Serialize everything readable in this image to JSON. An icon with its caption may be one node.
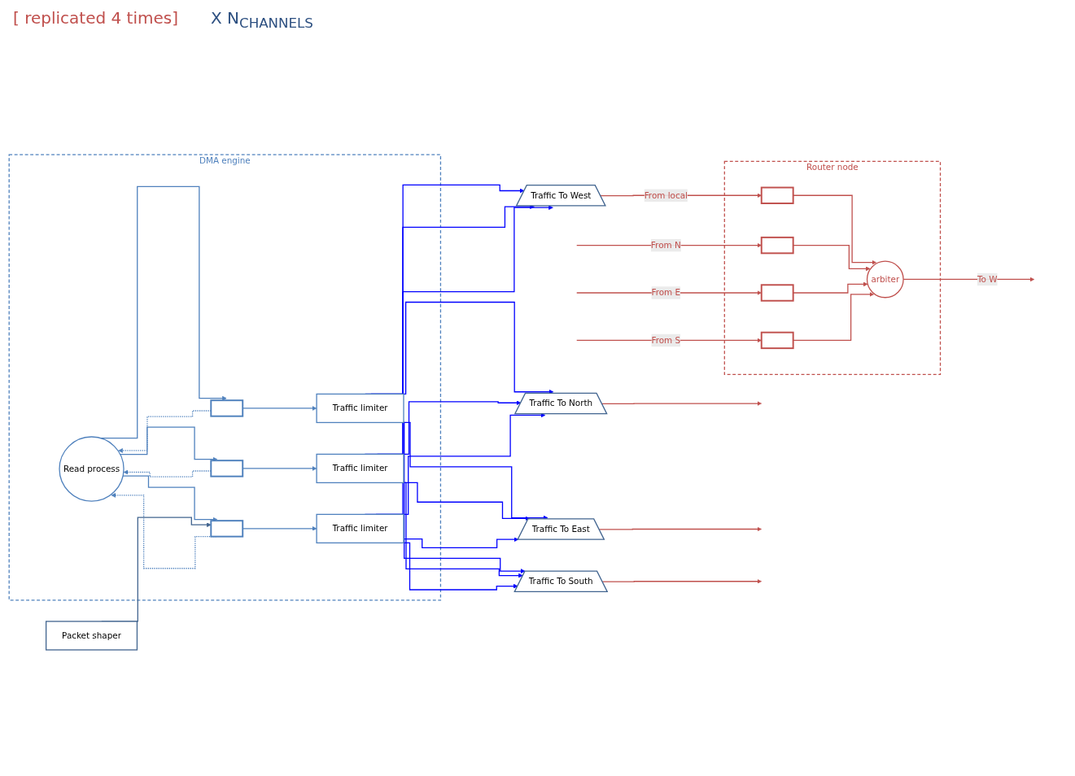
{
  "diagram": {
    "nodes": [
      {
        "text": [
          "DMA engine"
        ]
      },
      {
        "text": [
          "Router node"
        ]
      },
      {
        "text": [
          "Read process"
        ],
        "in": 0
      },
      {
        "text": [],
        "shape": "box",
        "in": 0
      },
      {
        "text": [],
        "shape": "box",
        "in": 0
      },
      {
        "text": [],
        "shape": "box",
        "in": 0
      },
      {
        "text": [
          "Traffic limiter"
        ],
        "in": 0
      },
      {
        "text": [
          "Traffic limiter"
        ],
        "in": 0
      },
      {
        "text": [
          "Traffic limiter"
        ],
        "in": 0
      },
      {
        "text": [
          "Packet shaper"
        ]
      },
      {
        "text": [
          "Traffic To North"
        ]
      },
      {
        "text": [
          "Traffic To East"
        ]
      },
      {
        "text": [
          "Traffic To South"
        ]
      },
      {
        "text": [
          "Traffic To West"
        ]
      },
      {
        "text": [],
        "shape": "box",
        "in": 1
      },
      {
        "text": [],
        "shape": "box",
        "in": 1
      },
      {
        "text": [],
        "shape": "box",
        "in": 1
      },
      {
        "text": [],
        "shape": "box",
        "in": 1
      },
      {
        "text": [
          "arbiter"
        ],
        "in": 1
      }
    ],
    "edges": [
      {
        "from": 2,
        "to": 3,
        "arrow": "to",
        "color": "#4f81bd"
      },
      {
        "from": 2,
        "to": 4,
        "arrow": "to",
        "color": "#4f81bd"
      },
      {
        "from": 2,
        "to": 5,
        "arrow": "to",
        "color": "#4f81bd"
      },
      {
        "from": 3,
        "to": 2,
        "arrow": "to",
        "style": "dashed",
        "color": "#4f81bd"
      },
      {
        "from": 4,
        "to": 2,
        "arrow": "to",
        "style": "dashed",
        "color": "#4f81bd"
      },
      {
        "from": 5,
        "to": 2,
        "arrow": "to",
        "style": "dashed",
        "color": "#4f81bd"
      },
      {
        "from": 3,
        "to": 6,
        "arrow": "to",
        "color": "#4f81bd"
      },
      {
        "from": 4,
        "to": 7,
        "arrow": "to",
        "color": "#4f81bd"
      },
      {
        "from": 5,
        "to": 8,
        "arrow": "to",
        "color": "#4f81bd"
      },
      {
        "from": 9,
        "to": 5,
        "arrow": "to",
        "color": "#41648f"
      },
      {
        "from": 6,
        "to": 10,
        "arrow": "to"
      },
      {
        "from": 6,
        "to": 11,
        "arrow": "to"
      },
      {
        "from": 6,
        "to": 12,
        "arrow": "to"
      },
      {
        "from": 6,
        "to": 13,
        "arrow": "to"
      },
      {
        "from": 7,
        "to": 10,
        "arrow": "to"
      },
      {
        "from": 7,
        "to": 11,
        "arrow": "to"
      },
      {
        "from": 7,
        "to": 12,
        "arrow": "to"
      },
      {
        "from": 7,
        "to": 13,
        "arrow": "to"
      },
      {
        "from": 8,
        "to": 10,
        "arrow": "to"
      },
      {
        "from": 8,
        "to": 11,
        "arrow": "to"
      },
      {
        "from": 8,
        "to": 12,
        "arrow": "to"
      },
      {
        "from": 8,
        "to": 13,
        "arrow": "to"
      },
      {
        "from": 10,
        "to": null,
        "arrow": "to",
        "color": "#c0504d"
      },
      {
        "from": 11,
        "to": null,
        "arrow": "to",
        "color": "#c0504d"
      },
      {
        "from": 12,
        "to": null,
        "arrow": "to",
        "color": "#c0504d"
      },
      {
        "from": 13,
        "to": 14,
        "arrow": "to",
        "label": "From local",
        "color": "#c0504d"
      },
      {
        "from": null,
        "to": 15,
        "arrow": "to",
        "label": "From N",
        "color": "#c0504d"
      },
      {
        "from": null,
        "to": 16,
        "arrow": "to",
        "label": "From E",
        "color": "#c0504d"
      },
      {
        "from": null,
        "to": 17,
        "arrow": "to",
        "label": "From S",
        "color": "#c0504d"
      },
      {
        "from": 14,
        "to": 18,
        "arrow": "to",
        "color": "#c0504d"
      },
      {
        "from": 15,
        "to": 18,
        "arrow": "to",
        "color": "#c0504d"
      },
      {
        "from": 16,
        "to": 18,
        "arrow": "to",
        "color": "#c0504d"
      },
      {
        "from": 17,
        "to": 18,
        "arrow": "to",
        "color": "#c0504d"
      },
      {
        "from": 18,
        "to": null,
        "arrow": "to",
        "label": "To W",
        "color": "#c0504d"
      }
    ],
    "labels": [
      "[ replicated 4 times]",
      "X N$_{CHANNELS}$"
    ]
  }
}
